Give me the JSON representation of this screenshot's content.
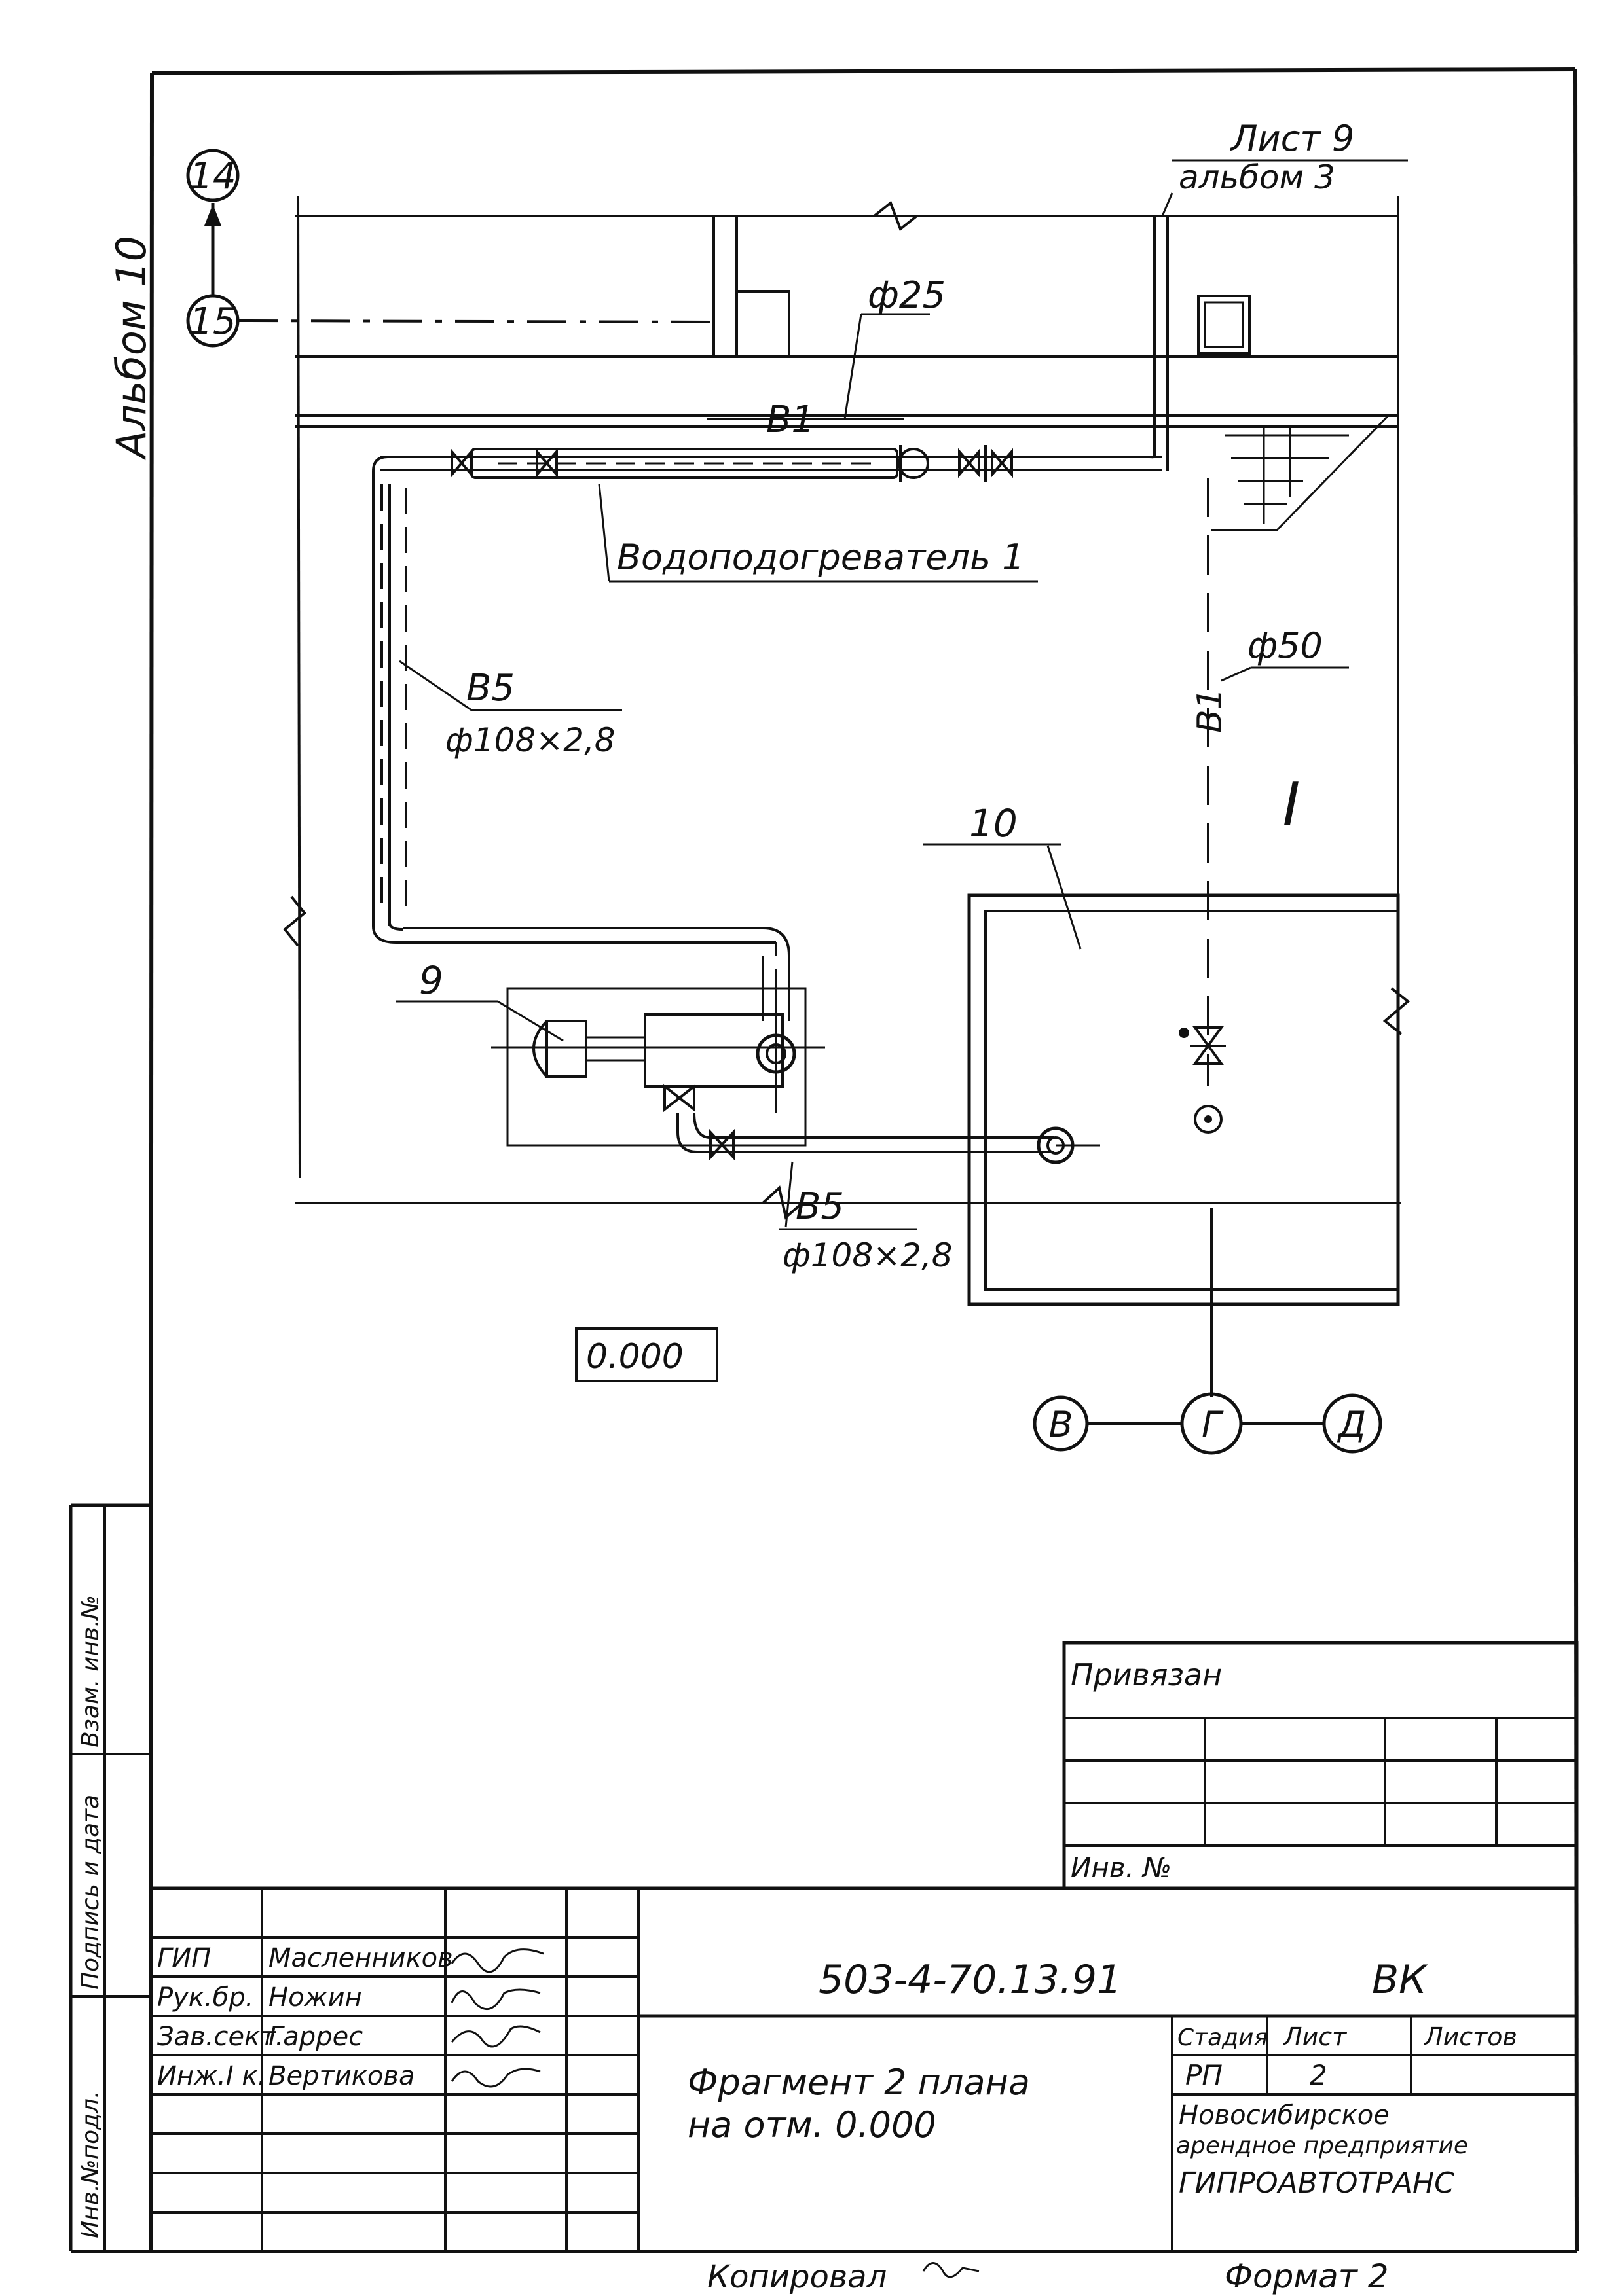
{
  "album_label": "Альбом 10",
  "axes": {
    "row_top": "14",
    "row_bottom": "15",
    "col_left": "В",
    "col_mid": "Г",
    "col_right": "Д"
  },
  "reference": {
    "sheet": "Лист 9",
    "album": "альбом 3"
  },
  "pipes": {
    "d25": "ф25",
    "b1_top": "В1",
    "b1_vertical": "В1",
    "d50": "ф50",
    "b5_left_name": "В5",
    "b5_left_size": "ф108×2,8",
    "b5_bottom_name": "В5",
    "b5_bottom_size": "ф108×2,8"
  },
  "equipment": {
    "heater": "Водоподогреватель 1",
    "pump_number": "9",
    "tank_number": "10"
  },
  "room_roman": "I",
  "level_mark": "0.000",
  "side_stamp": {
    "col1": "Инв.№подл.",
    "col2": "Подпись и дата",
    "col3": "Взам. инв.№"
  },
  "binding_block": {
    "title": "Привязан",
    "inv": "Инв. №"
  },
  "title_block": {
    "doc_code": "503-4-70.13.91",
    "mark": "ВК",
    "roles": [
      {
        "role": "ГИП",
        "name": "Масленников"
      },
      {
        "role": "Рук.бр.",
        "name": "Ножин"
      },
      {
        "role": "Зав.сект.",
        "name": "Гаррес"
      },
      {
        "role": "Инж.I к.",
        "name": "Вертикова"
      }
    ],
    "sheet_title_line1": "Фрагмент 2 плана",
    "sheet_title_line2": "на отм. 0.000",
    "stage_label": "Стадия",
    "sheet_label": "Лист",
    "sheets_label": "Листов",
    "stage_value": "РП",
    "sheet_value": "2",
    "org_line1": "Новосибирское",
    "org_line2": "арендное предприятие",
    "org_line3": "ГИПРОАВТОТРАНС"
  },
  "footer": {
    "copied": "Копировал",
    "format": "Формат 2"
  }
}
